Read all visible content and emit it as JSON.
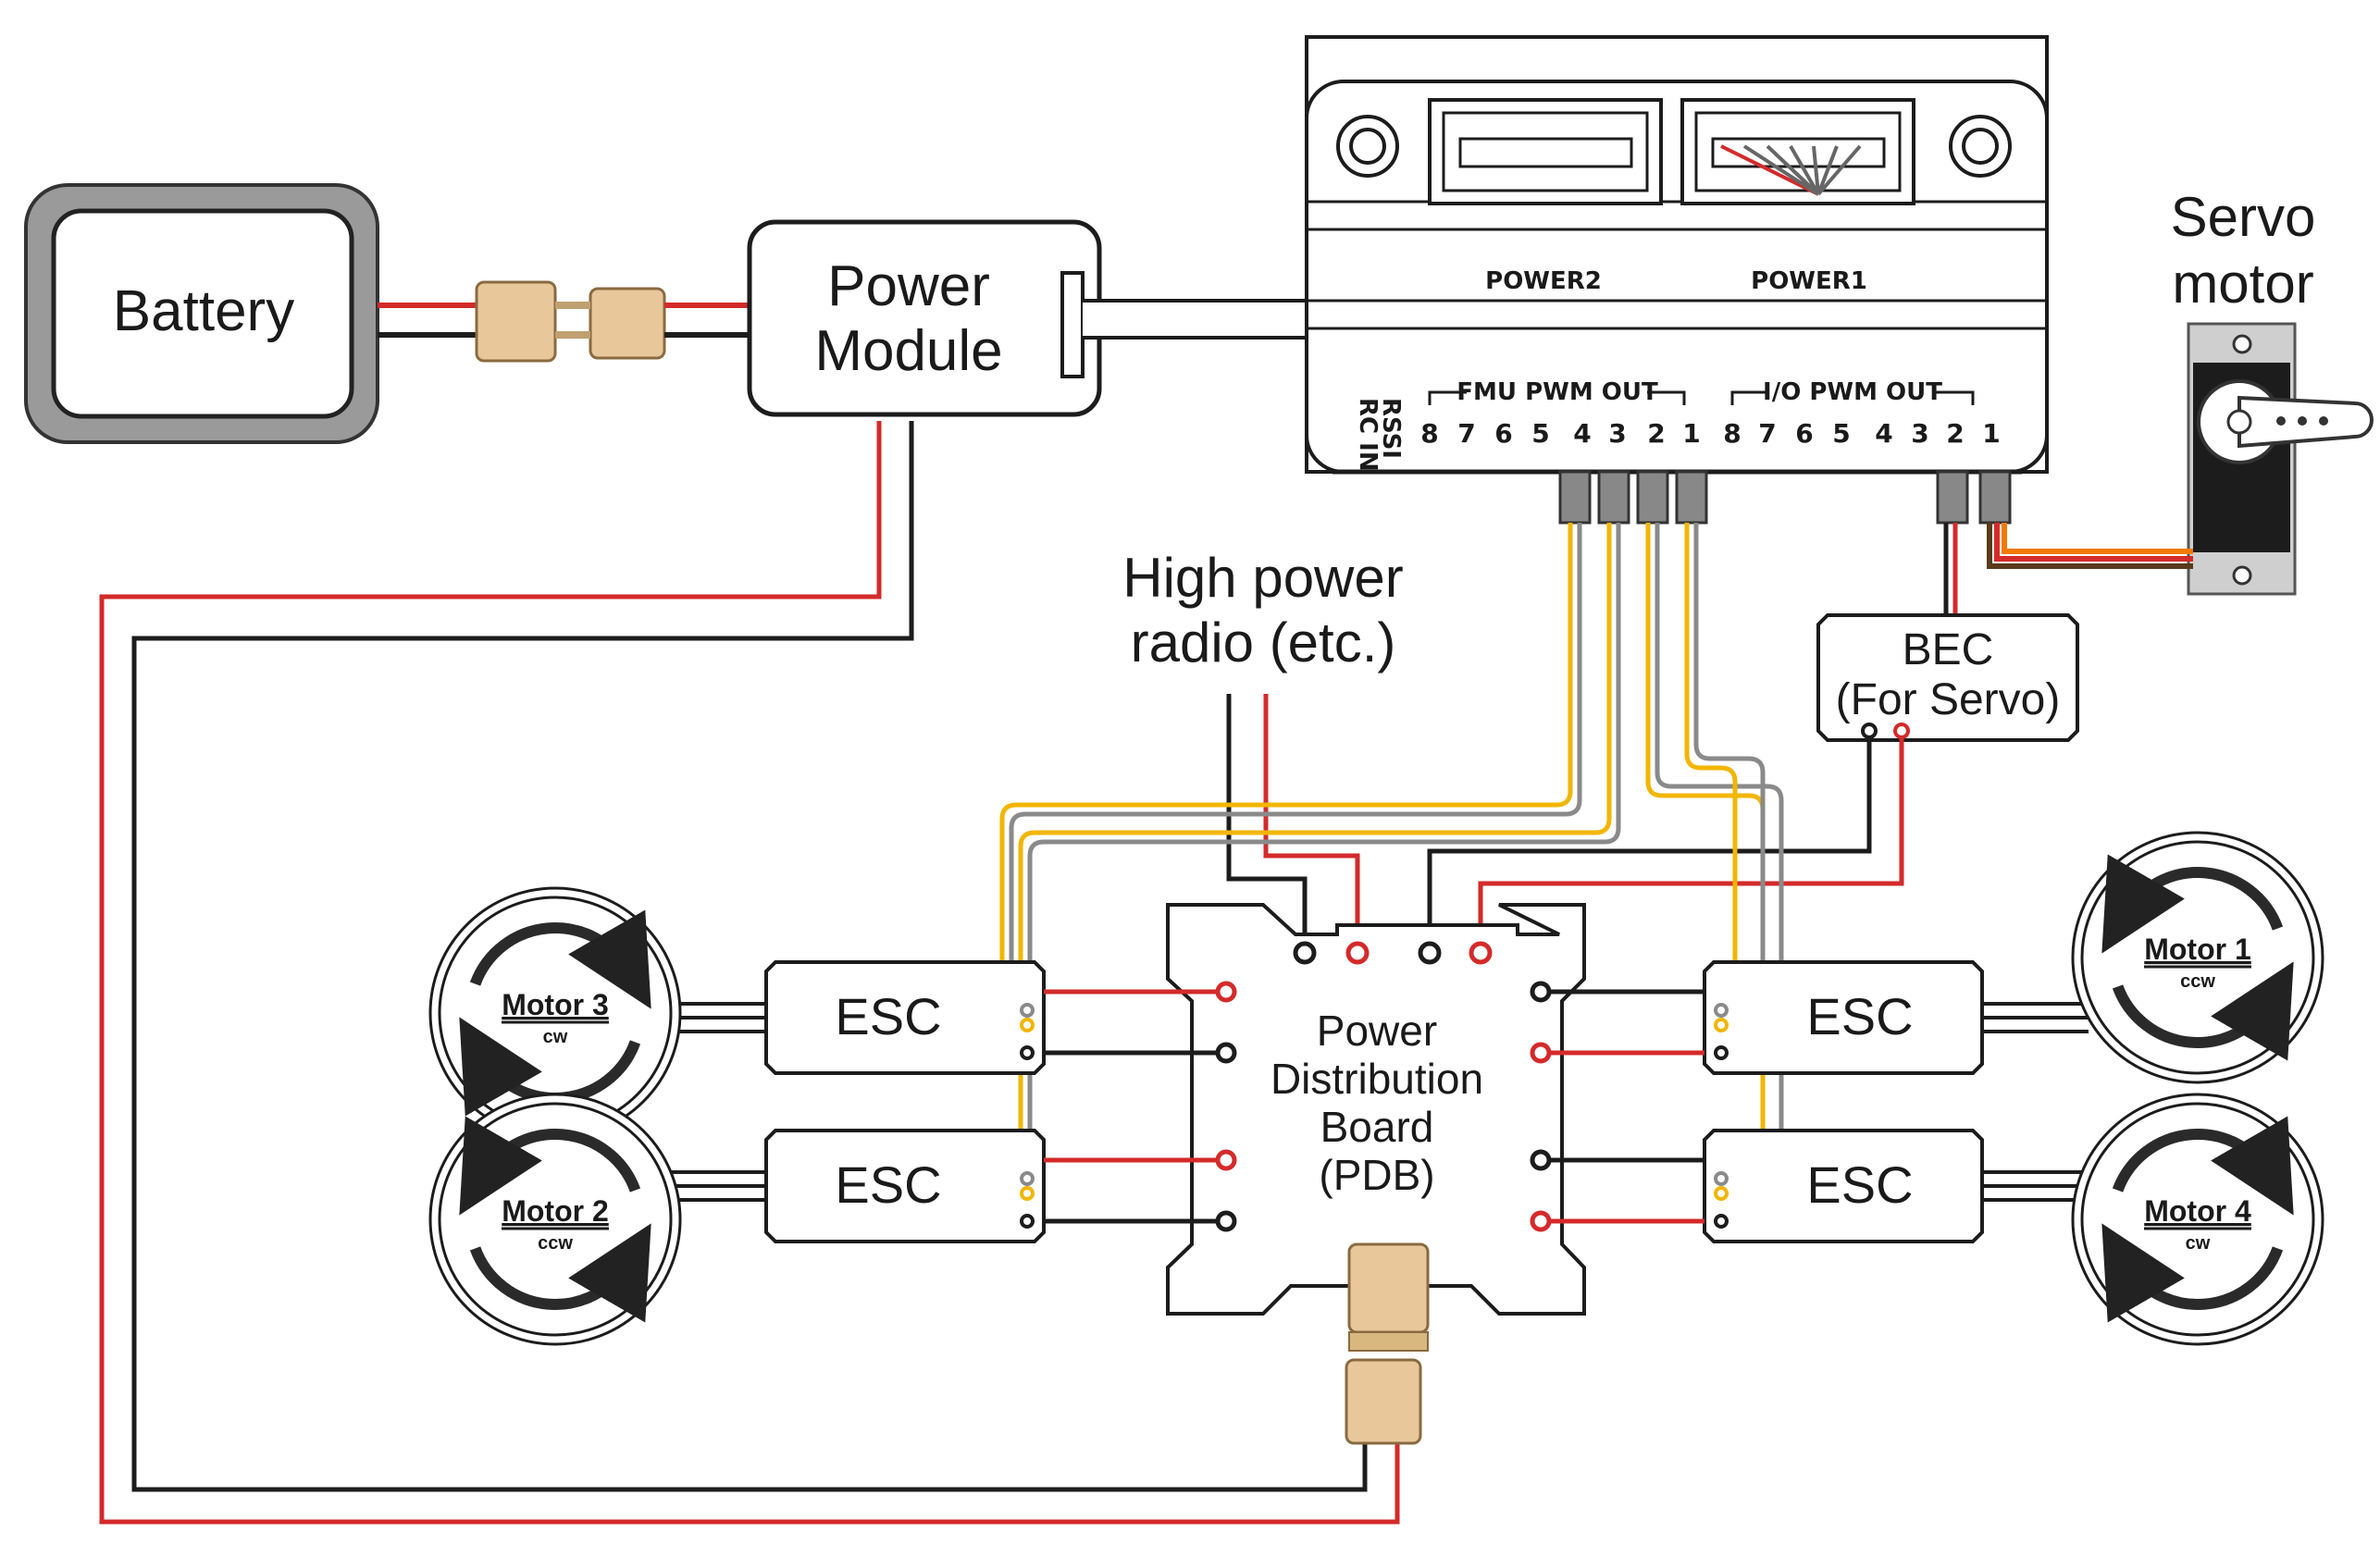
{
  "battery": {
    "label": "Battery"
  },
  "power_module": {
    "line1": "Power",
    "line2": "Module"
  },
  "controller": {
    "power2_label": "POWER2",
    "power1_label": "POWER1",
    "rc_in_label": "RC IN",
    "rssi_label": "RSSI",
    "fmu_header": "FMU PWM OUT",
    "io_header": "I/O PWM OUT",
    "fmu_pins": [
      "8",
      "7",
      "6",
      "5",
      "4",
      "3",
      "2",
      "1"
    ],
    "io_pins": [
      "8",
      "7",
      "6",
      "5",
      "4",
      "3",
      "2",
      "1"
    ]
  },
  "servo": {
    "line1": "Servo",
    "line2": "motor"
  },
  "radio": {
    "line1": "High power",
    "line2": "radio (etc.)"
  },
  "bec": {
    "line1": "BEC",
    "line2": "(For Servo)"
  },
  "pdb": {
    "lines": [
      "Power",
      "Distribution",
      "Board",
      "(PDB)"
    ]
  },
  "escs": [
    {
      "id": "esc-motor-3",
      "label": "ESC"
    },
    {
      "id": "esc-motor-2",
      "label": "ESC"
    },
    {
      "id": "esc-motor-1",
      "label": "ESC"
    },
    {
      "id": "esc-motor-4",
      "label": "ESC"
    }
  ],
  "motors": [
    {
      "id": "motor-3",
      "name": "Motor 3",
      "dir": "cw"
    },
    {
      "id": "motor-2",
      "name": "Motor 2",
      "dir": "ccw"
    },
    {
      "id": "motor-1",
      "name": "Motor 1",
      "dir": "ccw"
    },
    {
      "id": "motor-4",
      "name": "Motor 4",
      "dir": "cw"
    }
  ],
  "colors": {
    "red_wire": "#d42a2a",
    "black_wire": "#1c1c1c",
    "yellow_wire": "#f2b600",
    "gray_wire": "#8a8a8a",
    "orange_wire": "#f07a00",
    "brown_wire": "#5a3a1a",
    "connector": "#e8c89a"
  }
}
